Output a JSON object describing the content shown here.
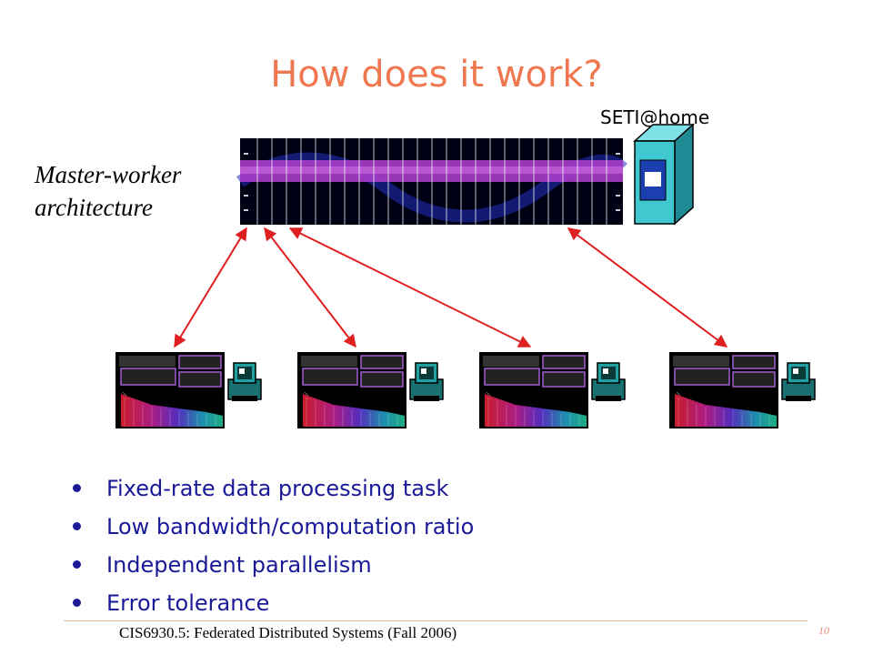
{
  "slide": {
    "title": "How does it work?",
    "server_label": "SETI@home",
    "architecture_label_line1": "Master-worker",
    "architecture_label_line2": "architecture",
    "bullets": [
      "Fixed-rate data processing task",
      "Low bandwidth/computation ratio",
      "Independent parallelism",
      "Error tolerance"
    ],
    "footer": "CIS6930.5: Federated Distributed Systems (Fall 2006)",
    "page_number": "10"
  },
  "colors": {
    "title": "#f07850",
    "bullet_text": "#1a1a99",
    "arrow": "#e02020",
    "server_cabinet": "#40c8d0",
    "sky_band": "#b040d0"
  },
  "icons": {
    "server": "server-cabinet-icon",
    "sky_map": "sky-map-image",
    "worker_screenshot": "seti-screensaver-image",
    "worker_computer": "desktop-computer-icon"
  }
}
